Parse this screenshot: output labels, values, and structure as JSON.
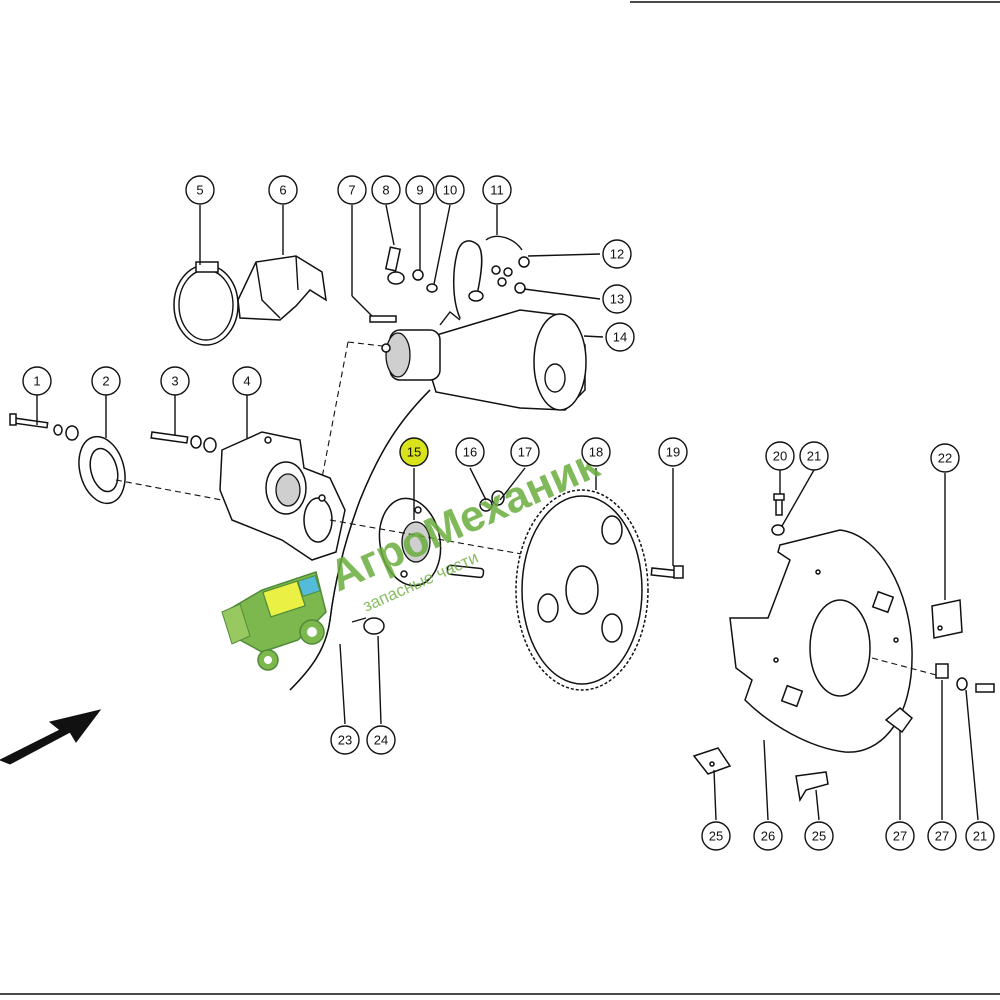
{
  "callouts": [
    {
      "id": "c1",
      "label": "1"
    },
    {
      "id": "c2",
      "label": "2"
    },
    {
      "id": "c3",
      "label": "3"
    },
    {
      "id": "c4",
      "label": "4"
    },
    {
      "id": "c5",
      "label": "5"
    },
    {
      "id": "c6",
      "label": "6"
    },
    {
      "id": "c7",
      "label": "7"
    },
    {
      "id": "c8",
      "label": "8"
    },
    {
      "id": "c9",
      "label": "9"
    },
    {
      "id": "c10",
      "label": "10"
    },
    {
      "id": "c11",
      "label": "11"
    },
    {
      "id": "c12",
      "label": "12"
    },
    {
      "id": "c13",
      "label": "13"
    },
    {
      "id": "c14",
      "label": "14"
    },
    {
      "id": "c15",
      "label": "15",
      "highlight": true
    },
    {
      "id": "c16",
      "label": "16"
    },
    {
      "id": "c17",
      "label": "17"
    },
    {
      "id": "c18",
      "label": "18"
    },
    {
      "id": "c19",
      "label": "19"
    },
    {
      "id": "c20",
      "label": "20"
    },
    {
      "id": "c21a",
      "label": "21"
    },
    {
      "id": "c22",
      "label": "22"
    },
    {
      "id": "c23",
      "label": "23"
    },
    {
      "id": "c24",
      "label": "24"
    },
    {
      "id": "c25a",
      "label": "25"
    },
    {
      "id": "c26",
      "label": "26"
    },
    {
      "id": "c25b",
      "label": "25"
    },
    {
      "id": "c27a",
      "label": "27"
    },
    {
      "id": "c27b",
      "label": "27"
    },
    {
      "id": "c21b",
      "label": "21"
    }
  ],
  "watermark": {
    "brand": "АгроМеханик",
    "tagline": "запасные части",
    "brand_color": "#5a9e3a",
    "accent_color": "#d4e000"
  },
  "highlight_color": "#d9e21a"
}
